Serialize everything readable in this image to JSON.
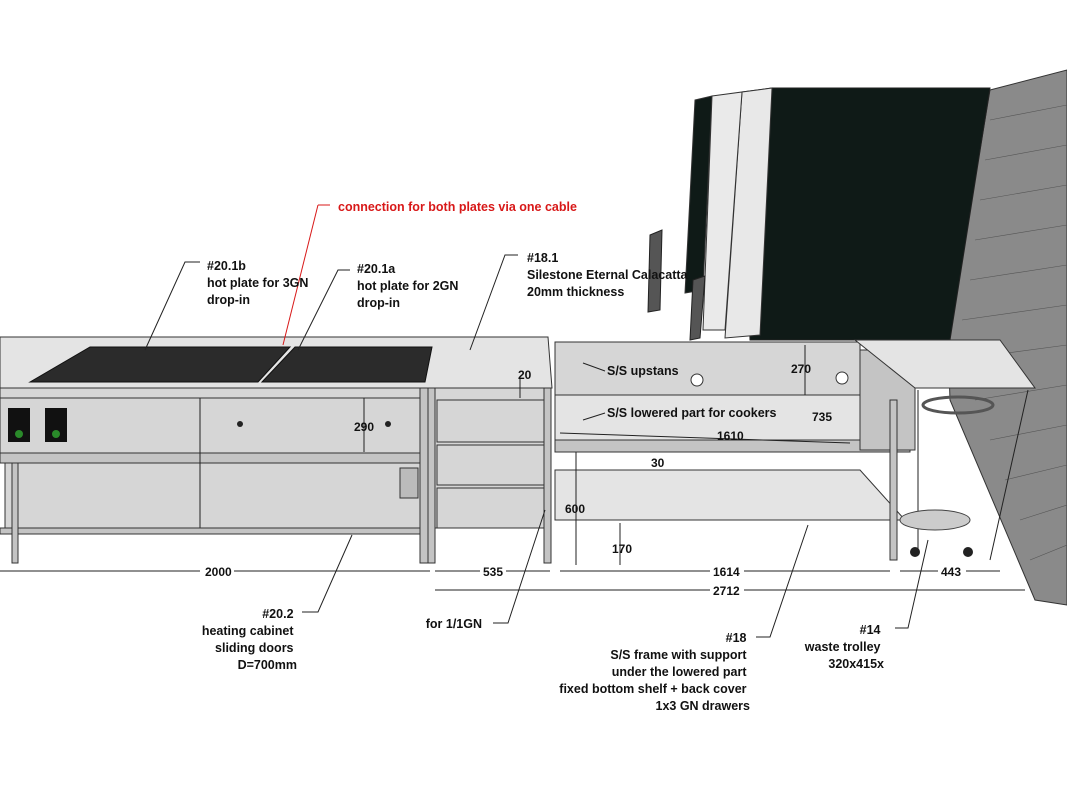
{
  "labels": {
    "connection": "connection for both plates via one cable",
    "hp_b": {
      "id": "#20.1b",
      "l1": "hot plate for 3GN",
      "l2": "drop-in"
    },
    "hp_a": {
      "id": "#20.1a",
      "l1": "hot plate for 2GN",
      "l2": "drop-in"
    },
    "top": {
      "id": "#18.1",
      "l1": "Silestone Eternal Calacatta",
      "l2": "20mm thickness"
    },
    "upstand": "S/S upstans",
    "lowered": "S/S lowered part for cookers",
    "cabinet": {
      "id": "#20.2",
      "l1": "heating cabinet",
      "l2": "sliding doors",
      "l3": "D=700mm"
    },
    "gn": "for 1/1GN",
    "frame": {
      "id": "#18",
      "l1": "S/S frame with support",
      "l2": "under the lowered part",
      "l3": "fixed bottom shelf + back cover",
      "l4": "1x3 GN drawers"
    },
    "trolley": {
      "id": "#14",
      "l1": "waste trolley",
      "l2": "320x415x"
    }
  },
  "dimensions": {
    "d20": "20",
    "d290": "290",
    "d270": "270",
    "d735": "735",
    "d1610": "1610",
    "d30": "30",
    "d600": "600",
    "d170": "170",
    "d2000": "2000",
    "d535": "535",
    "d1614": "1614",
    "d443": "443",
    "d2712": "2712"
  },
  "colors": {
    "annotation_red": "#d81818",
    "board": "#0f1a17",
    "steel": "#d6d6d6"
  }
}
